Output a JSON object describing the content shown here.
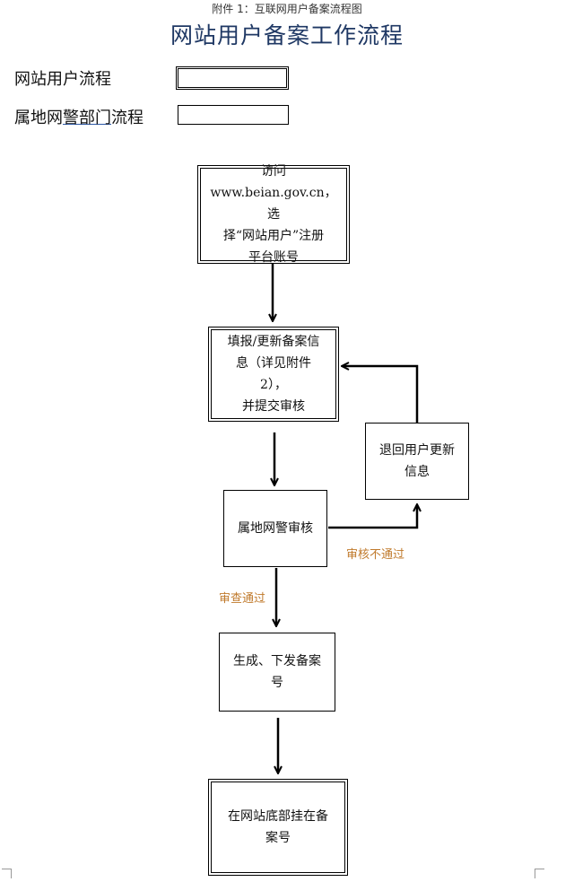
{
  "header": {
    "note": "附件 1：互联网用户备案流程图",
    "title": "网站用户备案工作流程"
  },
  "legend": {
    "website_user": "网站用户流程",
    "police_prefix": "属地网",
    "police_underlined": "警部门",
    "police_suffix": "流程"
  },
  "nodes": {
    "visit": "访问\nwww.beian.gov.cn，选\n择“网站用户”注册\n平台账号",
    "fill": "填报/更新备案信\n息（详见附件 2），\n并提交审核",
    "return_user": "退回用户更新\n信息",
    "police_review": "属地网警审核",
    "generate": "生成、下发备案\n号",
    "display": "在网站底部挂在备\n案号"
  },
  "edges": {
    "rejected": "审核不通过",
    "approved": "审查通过"
  }
}
